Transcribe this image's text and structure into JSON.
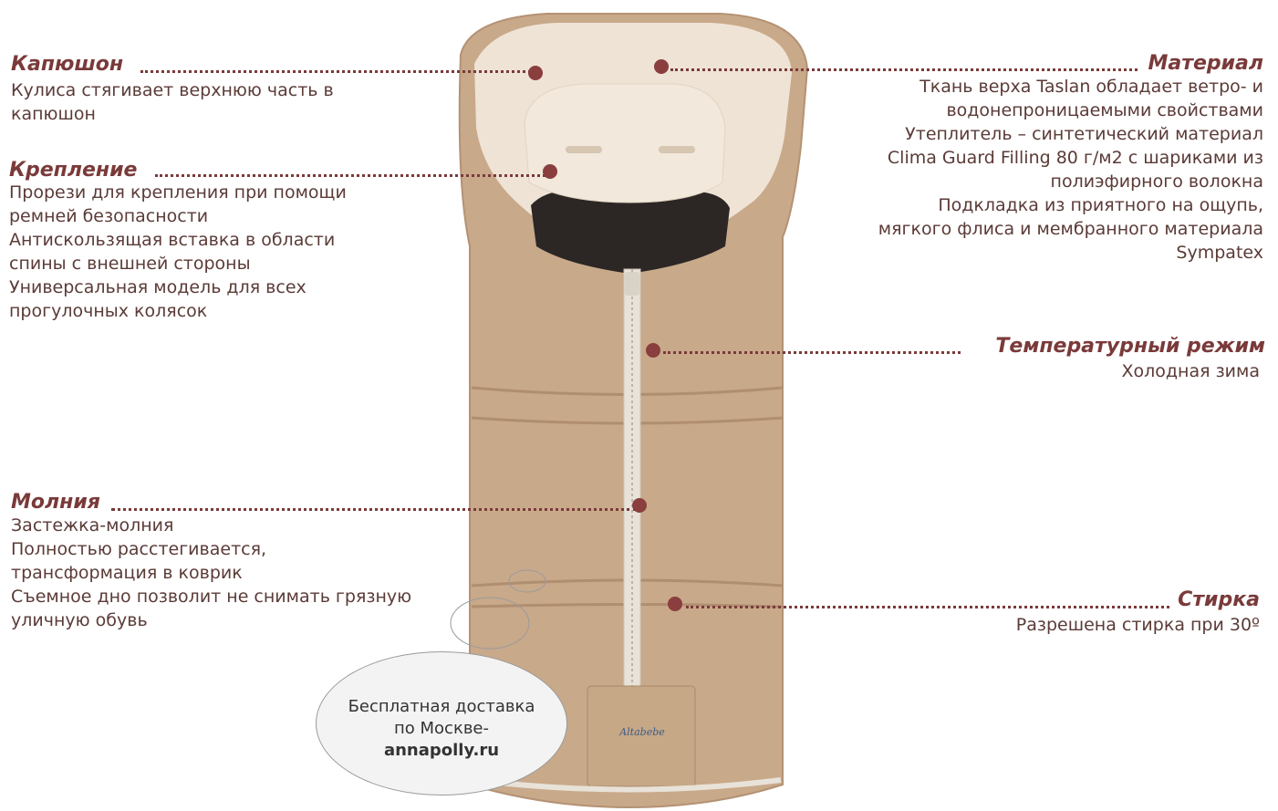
{
  "colors": {
    "accent": "#7a3a3a",
    "bag_body": "#c7a889",
    "fleece": "#efe3d6",
    "backrest": "#2b2624"
  },
  "callouts": {
    "hood": {
      "title": "Капюшон",
      "lines": [
        "Кулиса стягивает верхнюю часть в",
        "капюшон"
      ]
    },
    "mount": {
      "title": "Крепление",
      "lines": [
        "Прорези для крепления при помощи",
        "ремней безопасности",
        "Антискользящая вставка в области",
        "спины с внешней стороны",
        "Универсальная модель для всех",
        "прогулочных колясок"
      ]
    },
    "zipper": {
      "title": "Молния",
      "lines": [
        "Застежка-молния",
        "Полностью расстегивается,",
        "трансформация в коврик",
        "Съемное дно позволит не снимать грязную",
        "уличную обувь"
      ]
    },
    "material": {
      "title": "Материал",
      "lines": [
        "Ткань верха Taslan обладает ветро- и",
        "водонепроницаемыми свойствами",
        "Утеплитель – синтетический материал",
        "Clima Guard Filling 80 г/м2 с шариками из",
        "полиэфирного волокна",
        "Подкладка из приятного на ощупь,",
        "мягкого флиса и мембранного материала",
        "Sympatex"
      ]
    },
    "temperature": {
      "title": "Температурный режим",
      "lines": [
        "Холодная зима"
      ]
    },
    "washing": {
      "title": "Стирка",
      "lines": [
        "Разрешена стирка при 30º"
      ]
    }
  },
  "promo": {
    "line1": "Бесплатная доставка",
    "line2": "по Москве-",
    "site": "annapolly.ru"
  },
  "brand_label": "Altabebe"
}
